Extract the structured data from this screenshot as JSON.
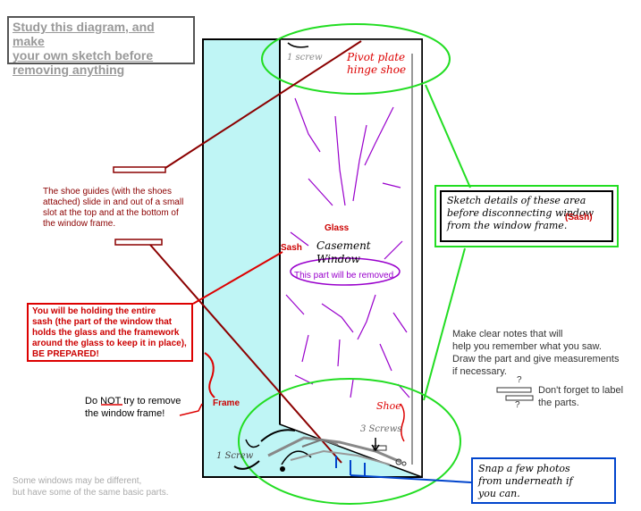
{
  "title": {
    "line1": "Study this diagram, and make",
    "line2": "your own sketch before",
    "line3": "removing anything"
  },
  "labels": {
    "one_screw_top": "1 screw",
    "pivot_line1": "Pivot plate",
    "pivot_line2": "hinge  shoe",
    "glass": "Glass",
    "sash": "Sash",
    "casement_line1": "Casement",
    "casement_line2": "Window",
    "removed": "This part will be removed",
    "frame": "Frame",
    "shoe": "Shoe",
    "three_screws": "3 Screws",
    "one_screw_bottom": "1 Screw"
  },
  "shoe_note": {
    "line1": "The shoe guides (with the shoes",
    "line2": "attached) slide in and out of a small",
    "line3": "slot at the top and at the bottom of",
    "line4": "the window frame."
  },
  "warning": {
    "line1": "You will be holding the entire",
    "line2": "sash (the part of the window that",
    "line3": "holds the glass and the framework",
    "line4": "around the glass to keep it in place),",
    "line5": "BE PREPARED!"
  },
  "do_not": {
    "prefix": "Do ",
    "emphasis": "NOT",
    "rest": " try to remove",
    "line2": "the window frame!"
  },
  "footer": {
    "line1": "Some windows may be different,",
    "line2": "but have some of the same basic parts."
  },
  "sketch_box": {
    "line1": "Sketch details of these area",
    "line2": "before disconnecting window",
    "line3": "from the window frame.",
    "sash_tag": "(Sash)"
  },
  "notes": {
    "line1": "Make clear notes that will",
    "line2": "help you remember what you saw.",
    "line3": "Draw the part and give measurements",
    "line4": "if necessary."
  },
  "label_hint": {
    "q1": "?",
    "q2": "?",
    "line1": "Don't forget to label",
    "line2": "the parts."
  },
  "snap_box": {
    "line1": "Snap a few photos",
    "line2": "from underneath if",
    "line3": "you can."
  },
  "colors": {
    "frame_fill": "#bff5f5",
    "green_highlight": "#22dd22",
    "red_text": "#cc0000",
    "dark_red_text": "#8b0000",
    "purple_text": "#9900cc",
    "blue_box": "#0044cc"
  }
}
